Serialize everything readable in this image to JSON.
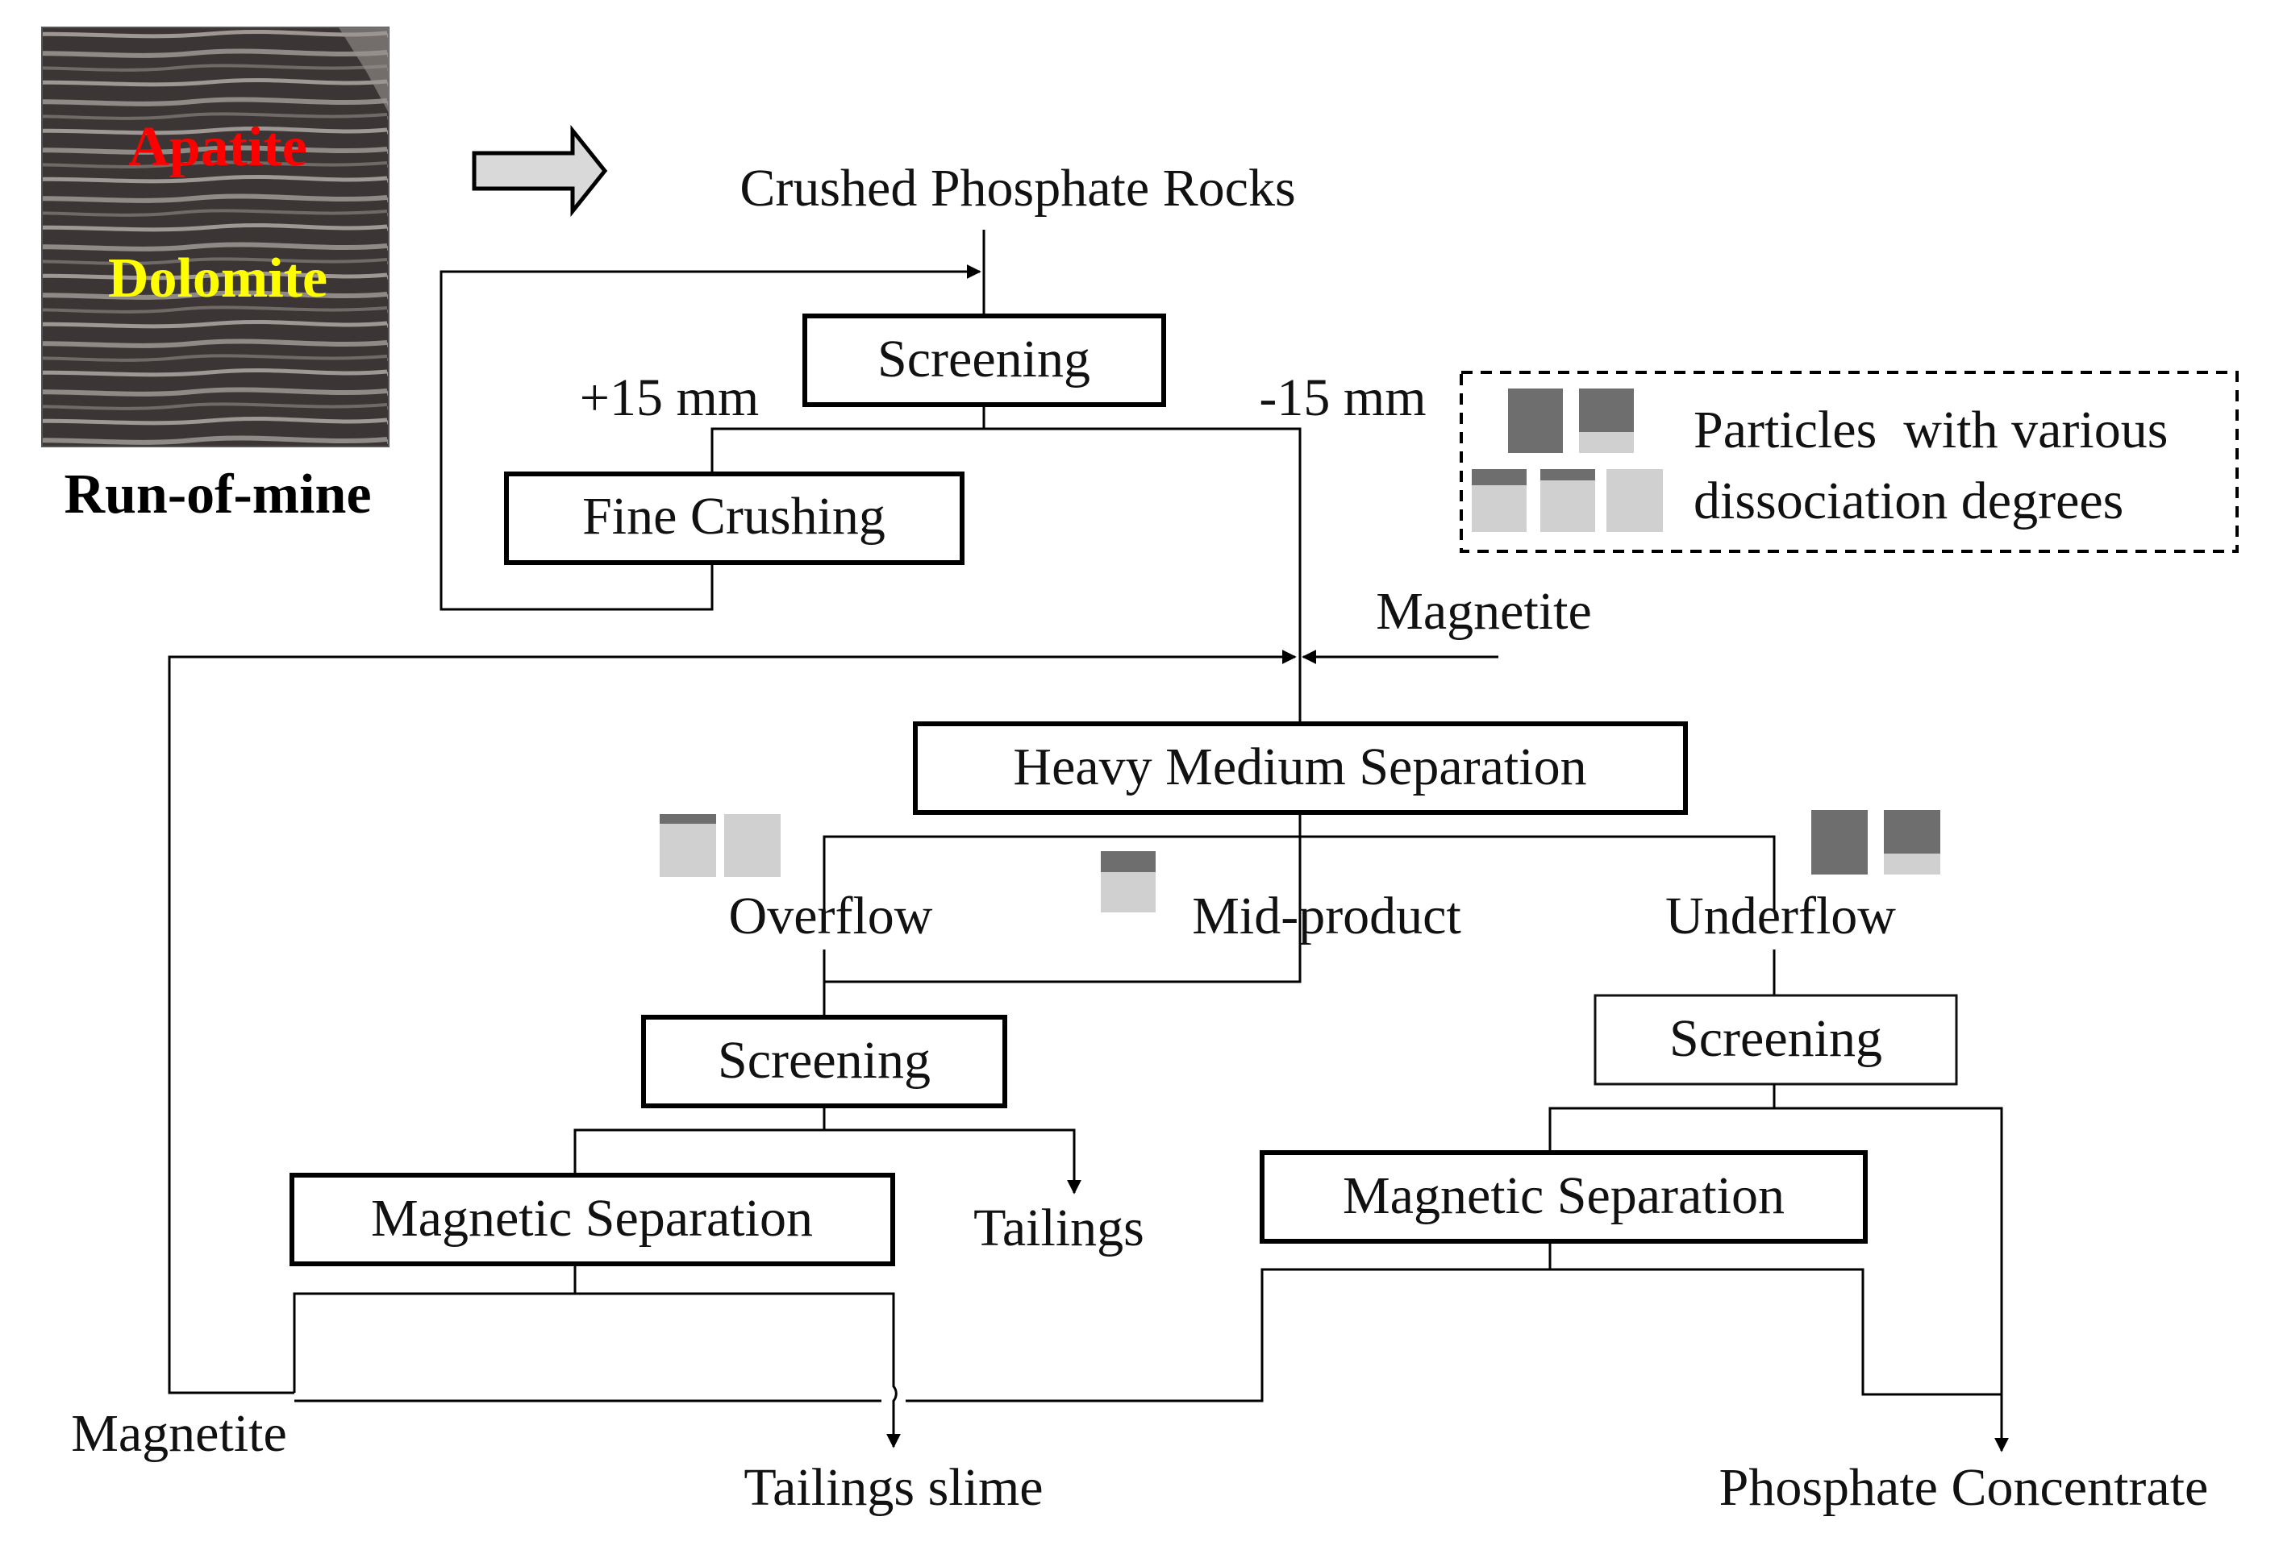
{
  "ore_photo": {
    "apatite": "Apatite",
    "dolomite": "Dolomite",
    "caption": "Run-of-mine",
    "apatite_color": "#ff0000",
    "dolomite_color": "#ffff00"
  },
  "feed": {
    "label": "Crushed Phosphate Rocks"
  },
  "screening_1": {
    "label": "Screening",
    "oversize": "+15 mm",
    "undersize": "-15 mm"
  },
  "fine_crushing": {
    "label": "Fine Crushing"
  },
  "legend": {
    "line1": "Particles  with various",
    "line2": "dissociation degrees"
  },
  "magnetite_in": {
    "label": "Magnetite"
  },
  "hms": {
    "label": "Heavy Medium Separation"
  },
  "products": {
    "overflow": "Overflow",
    "mid": "Mid-product",
    "underflow": "Underflow"
  },
  "screening_2": {
    "label": "Screening"
  },
  "screening_3": {
    "label": "Screening"
  },
  "magsep_left": {
    "label": "Magnetic Separation"
  },
  "magsep_right": {
    "label": "Magnetic Separation"
  },
  "tailings": {
    "label": "Tailings"
  },
  "magnetite_out": {
    "label": "Magnetite"
  },
  "tailings_slime": {
    "label": "Tailings slime"
  },
  "concentrate": {
    "label": "Phosphate Concentrate"
  },
  "colors": {
    "particle_dark": "#6e6e6e",
    "particle_light": "#d0d0d0",
    "line": "#000000"
  }
}
